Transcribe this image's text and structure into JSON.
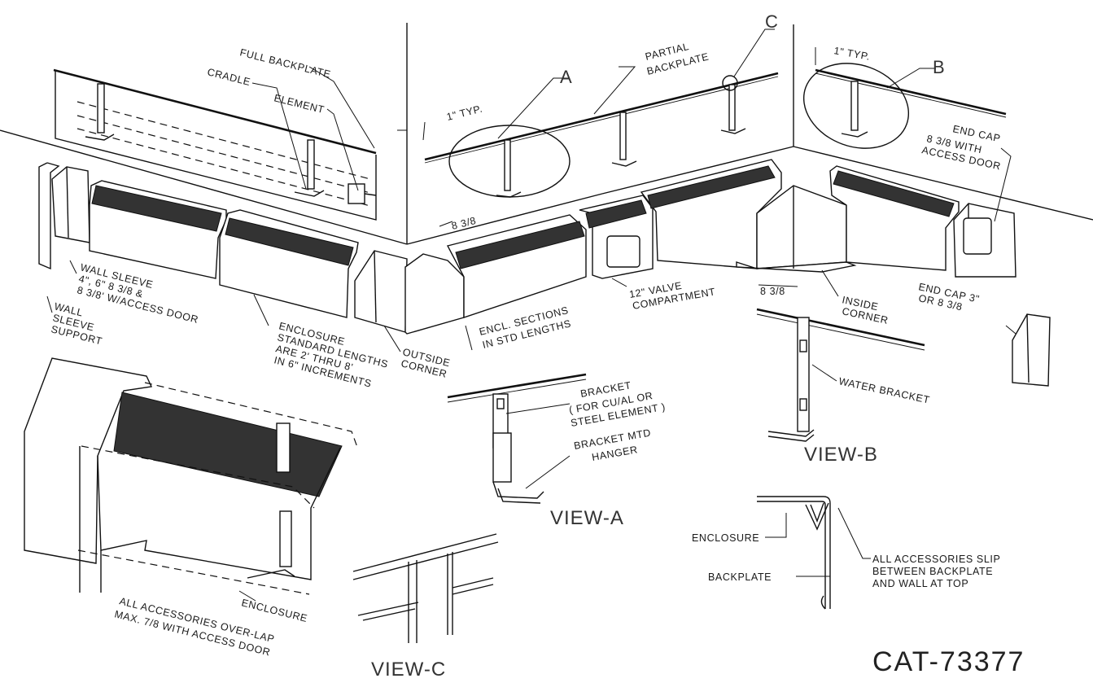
{
  "drawing": {
    "catalog_number": "CAT-73377",
    "views": {
      "a": "VIEW-A",
      "b": "VIEW-B",
      "c": "VIEW-C"
    },
    "detail_letters": {
      "a": "A",
      "b": "B",
      "c": "C"
    },
    "labels": {
      "full_backplate": "FULL BACKPLATE",
      "cradle": "CRADLE",
      "element": "ELEMENT",
      "partial_backplate_1": "PARTIAL",
      "partial_backplate_2": "BACKPLATE",
      "typ_a": "1\" TYP.",
      "typ_b": "1\" TYP.",
      "end_cap_access_1": "END CAP",
      "end_cap_access_2": "8 3/8 WITH",
      "end_cap_access_3": "ACCESS DOOR",
      "dim_left": "8 3/8",
      "dim_inside": "8 3/8",
      "wall_sleeve_1": "WALL SLEEVE",
      "wall_sleeve_2": "4\", 6\" 8 3/8 &",
      "wall_sleeve_3": "8 3/8' W/ACCESS DOOR",
      "wall_sleeve_support_1": "WALL",
      "wall_sleeve_support_2": "SLEEVE",
      "wall_sleeve_support_3": "SUPPORT",
      "enclosure_std_1": "ENCLOSURE",
      "enclosure_std_2": "STANDARD LENGTHS",
      "enclosure_std_3": "ARE 2' THRU 8'",
      "enclosure_std_4": "IN 6\" INCREMENTS",
      "outside_corner_1": "OUTSIDE",
      "outside_corner_2": "CORNER",
      "encl_sections_1": "ENCL. SECTIONS",
      "encl_sections_2": "IN STD LENGTHS",
      "valve_1": "12\" VALVE",
      "valve_2": "COMPARTMENT",
      "inside_corner_1": "INSIDE",
      "inside_corner_2": "CORNER",
      "end_cap_small_1": "END CAP 3\"",
      "end_cap_small_2": "OR 8 3/8",
      "water_bracket": "WATER BRACKET",
      "bracket_1": "BRACKET",
      "bracket_2": "( FOR CU/AL OR",
      "bracket_3": "STEEL ELEMENT )",
      "bracket_mtd_1": "BRACKET MTD",
      "bracket_mtd_2": "HANGER",
      "enclosure_c": "ENCLOSURE",
      "backplate_c": "BACKPLATE",
      "slip_1": "ALL ACCESSORIES SLIP",
      "slip_2": "BETWEEN BACKPLATE",
      "slip_3": "AND WALL AT TOP",
      "enclosure_detail": "ENCLOSURE",
      "overlap_1": "ALL ACCESSORIES OVER-LAP",
      "overlap_2": "MAX. 7/8 WITH ACCESS DOOR"
    }
  }
}
